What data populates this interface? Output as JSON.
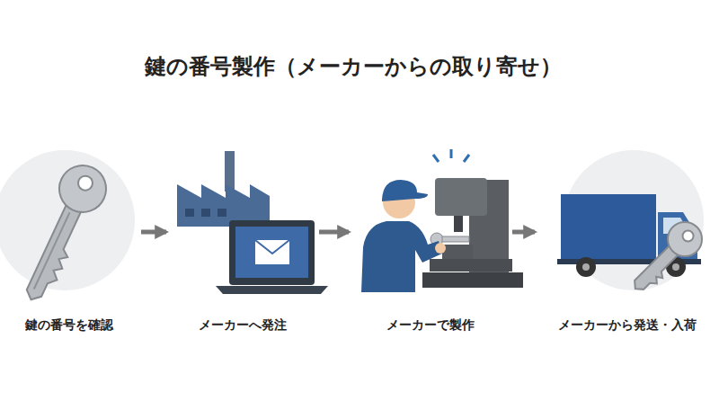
{
  "diagram": {
    "title": "鍵の番号製作（メーカーからの取り寄せ）",
    "nodes": [
      {
        "text": [
          "鍵の番号を確認"
        ]
      },
      {
        "text": [
          "メーカーへ発注"
        ]
      },
      {
        "text": [
          "メーカーで製作"
        ]
      },
      {
        "text": [
          "メーカーから発送・入荷"
        ]
      }
    ],
    "edges": [
      {
        "from": 0,
        "to": 1,
        "arrow": "to"
      },
      {
        "from": 1,
        "to": 2,
        "arrow": "to"
      },
      {
        "from": 2,
        "to": 3,
        "arrow": "to"
      }
    ]
  }
}
